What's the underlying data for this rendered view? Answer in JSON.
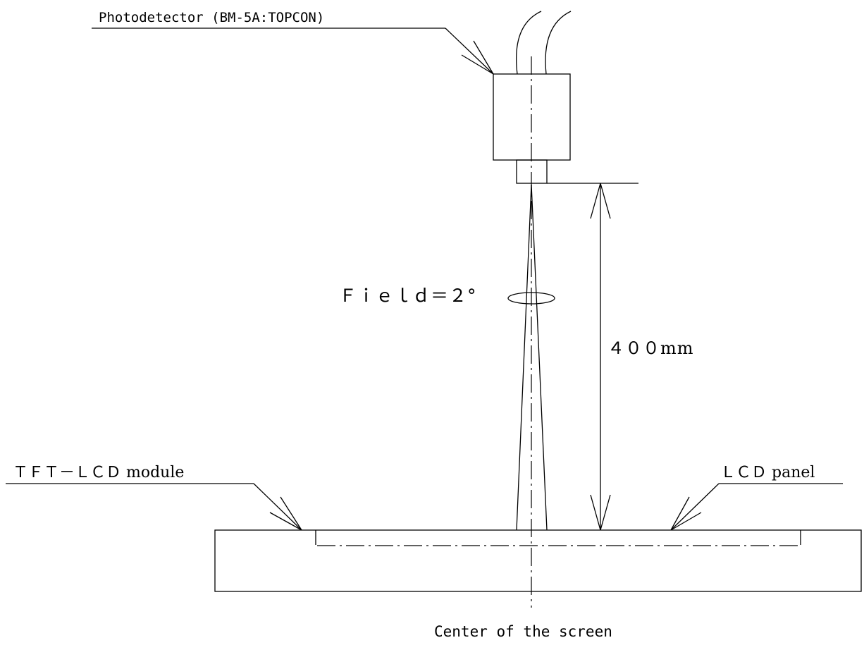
{
  "labels": {
    "photodetector": "Photodetector (BM-5A:TOPCON)",
    "field": "Ｆｉｅｌｄ＝２°",
    "distance": "４００mm",
    "module": "ＴＦＴ－ＬＣＤ module",
    "panel": "ＬＣＤ panel",
    "center": "Center of the screen"
  }
}
